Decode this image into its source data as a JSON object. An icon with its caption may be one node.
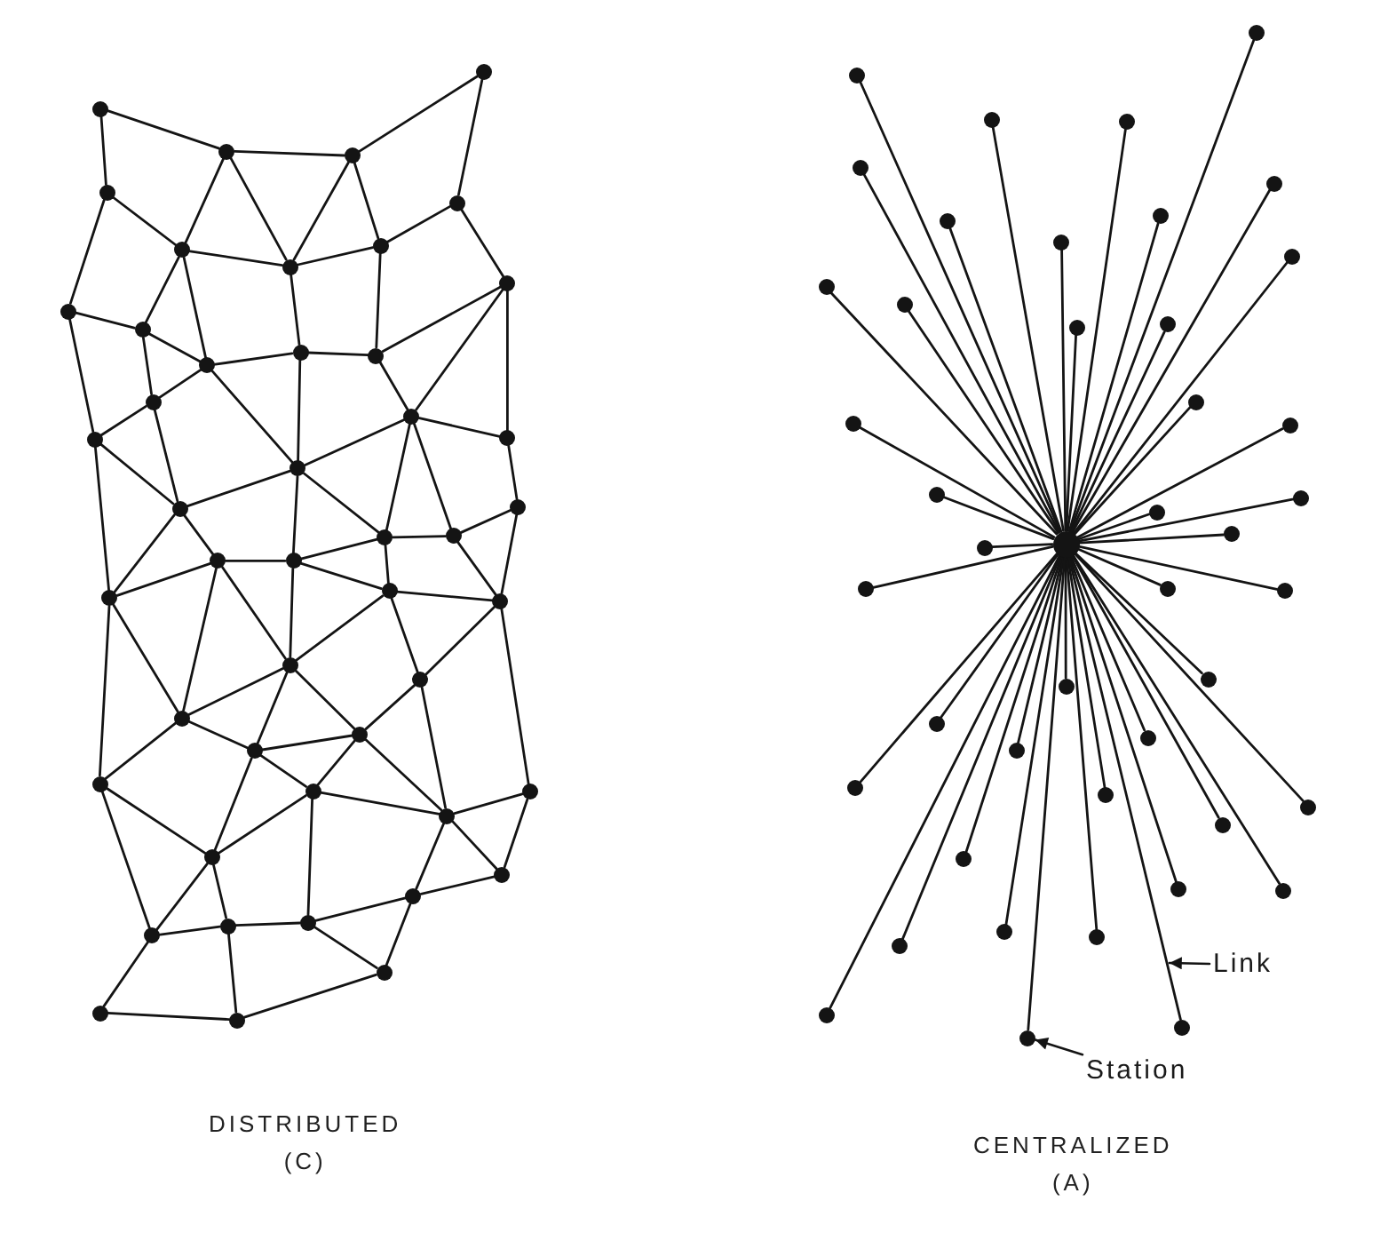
{
  "diagram": {
    "nodes": [
      {
        "text": [],
        "shape": "circle"
      },
      {
        "text": [],
        "shape": "circle"
      },
      {
        "text": [],
        "shape": "circle"
      },
      {
        "text": [],
        "shape": "circle"
      },
      {
        "text": [],
        "shape": "circle"
      },
      {
        "text": [],
        "shape": "circle"
      },
      {
        "text": [],
        "shape": "circle"
      },
      {
        "text": [],
        "shape": "circle"
      },
      {
        "text": [],
        "shape": "circle"
      },
      {
        "text": [],
        "shape": "circle"
      },
      {
        "text": [],
        "shape": "circle"
      },
      {
        "text": [],
        "shape": "circle"
      },
      {
        "text": [],
        "shape": "circle"
      },
      {
        "text": [],
        "shape": "circle"
      },
      {
        "text": [],
        "shape": "circle"
      },
      {
        "text": [],
        "shape": "circle"
      },
      {
        "text": [],
        "shape": "circle"
      },
      {
        "text": [],
        "shape": "circle"
      },
      {
        "text": [],
        "shape": "circle"
      },
      {
        "text": [],
        "shape": "circle"
      },
      {
        "text": [],
        "shape": "circle"
      },
      {
        "text": [],
        "shape": "circle"
      },
      {
        "text": [],
        "shape": "circle"
      },
      {
        "text": [],
        "shape": "circle"
      },
      {
        "text": [],
        "shape": "circle"
      },
      {
        "text": [],
        "shape": "circle"
      },
      {
        "text": [],
        "shape": "circle"
      },
      {
        "text": [],
        "shape": "circle"
      },
      {
        "text": [],
        "shape": "circle"
      },
      {
        "text": [],
        "shape": "circle"
      },
      {
        "text": [],
        "shape": "circle"
      },
      {
        "text": [],
        "shape": "circle"
      },
      {
        "text": [],
        "shape": "circle"
      },
      {
        "text": [],
        "shape": "circle"
      },
      {
        "text": [],
        "shape": "circle"
      },
      {
        "text": [],
        "shape": "circle"
      },
      {
        "text": [],
        "shape": "circle"
      },
      {
        "text": [],
        "shape": "circle"
      },
      {
        "text": [],
        "shape": "circle"
      },
      {
        "text": [],
        "shape": "circle"
      },
      {
        "text": [],
        "shape": "circle"
      },
      {
        "text": [],
        "shape": "circle"
      },
      {
        "text": [],
        "shape": "circle"
      },
      {
        "text": [],
        "shape": "circle"
      },
      {
        "text": [],
        "shape": "circle"
      },
      {
        "text": [],
        "shape": "circle"
      },
      {
        "text": [],
        "shape": "circle"
      },
      {
        "text": [],
        "shape": "circle"
      },
      {
        "text": [],
        "shape": "circle"
      },
      {
        "text": [],
        "shape": "circle"
      },
      {
        "text": [],
        "shape": "circle"
      },
      {
        "text": [],
        "shape": "circle"
      },
      {
        "text": [],
        "shape": "circle"
      },
      {
        "text": [],
        "shape": "circle"
      },
      {
        "text": [],
        "shape": "circle"
      },
      {
        "text": [],
        "shape": "circle"
      },
      {
        "text": [],
        "shape": "circle"
      },
      {
        "text": [],
        "shape": "circle"
      },
      {
        "text": [],
        "shape": "circle"
      },
      {
        "text": [],
        "shape": "circle"
      },
      {
        "text": [],
        "shape": "circle"
      },
      {
        "text": [],
        "shape": "circle"
      },
      {
        "text": [],
        "shape": "circle"
      },
      {
        "text": [],
        "shape": "circle"
      },
      {
        "text": [],
        "shape": "circle"
      },
      {
        "text": [],
        "shape": "circle"
      },
      {
        "text": [],
        "shape": "circle"
      },
      {
        "text": [],
        "shape": "circle"
      },
      {
        "text": [],
        "shape": "circle"
      },
      {
        "text": [],
        "shape": "circle"
      },
      {
        "text": [],
        "shape": "circle"
      },
      {
        "text": [],
        "shape": "circle"
      },
      {
        "text": [],
        "shape": "circle"
      },
      {
        "text": [],
        "shape": "circle"
      },
      {
        "text": [],
        "shape": "circle"
      },
      {
        "text": [],
        "shape": "circle"
      },
      {
        "text": [],
        "shape": "circle"
      },
      {
        "text": [],
        "shape": "circle"
      },
      {
        "text": [],
        "shape": "circle"
      },
      {
        "text": [],
        "shape": "circle"
      },
      {
        "text": [],
        "shape": "circle"
      },
      {
        "text": [],
        "shape": "circle"
      },
      {
        "text": [],
        "shape": "circle"
      },
      {
        "text": [],
        "shape": "circle"
      },
      {
        "text": [],
        "shape": "circle"
      },
      {
        "text": [],
        "shape": "circle"
      },
      {
        "text": [],
        "shape": "circle"
      },
      {
        "text": [],
        "shape": "circle"
      },
      {
        "text": [],
        "shape": "circle"
      },
      {
        "text": [],
        "shape": "circle"
      },
      {
        "text": [],
        "shape": "circle"
      },
      {
        "text": [
          "Link"
        ]
      },
      {
        "text": [
          "Station"
        ]
      }
    ],
    "edges": [
      {
        "from": 0,
        "to": 1,
        "arrow": "none"
      },
      {
        "from": 0,
        "to": 4,
        "arrow": "none"
      },
      {
        "from": 1,
        "to": 2,
        "arrow": "none"
      },
      {
        "from": 2,
        "to": 3,
        "arrow": "none"
      },
      {
        "from": 3,
        "to": 5,
        "arrow": "none"
      },
      {
        "from": 1,
        "to": 6,
        "arrow": "none"
      },
      {
        "from": 1,
        "to": 7,
        "arrow": "none"
      },
      {
        "from": 2,
        "to": 7,
        "arrow": "none"
      },
      {
        "from": 2,
        "to": 8,
        "arrow": "none"
      },
      {
        "from": 4,
        "to": 6,
        "arrow": "none"
      },
      {
        "from": 4,
        "to": 10,
        "arrow": "none"
      },
      {
        "from": 5,
        "to": 8,
        "arrow": "none"
      },
      {
        "from": 5,
        "to": 9,
        "arrow": "none"
      },
      {
        "from": 6,
        "to": 7,
        "arrow": "none"
      },
      {
        "from": 7,
        "to": 8,
        "arrow": "none"
      },
      {
        "from": 6,
        "to": 11,
        "arrow": "none"
      },
      {
        "from": 6,
        "to": 12,
        "arrow": "none"
      },
      {
        "from": 7,
        "to": 13,
        "arrow": "none"
      },
      {
        "from": 8,
        "to": 14,
        "arrow": "none"
      },
      {
        "from": 9,
        "to": 14,
        "arrow": "none"
      },
      {
        "from": 9,
        "to": 16,
        "arrow": "none"
      },
      {
        "from": 9,
        "to": 18,
        "arrow": "none"
      },
      {
        "from": 10,
        "to": 11,
        "arrow": "none"
      },
      {
        "from": 10,
        "to": 17,
        "arrow": "none"
      },
      {
        "from": 11,
        "to": 12,
        "arrow": "none"
      },
      {
        "from": 11,
        "to": 15,
        "arrow": "none"
      },
      {
        "from": 12,
        "to": 13,
        "arrow": "none"
      },
      {
        "from": 13,
        "to": 14,
        "arrow": "none"
      },
      {
        "from": 12,
        "to": 19,
        "arrow": "none"
      },
      {
        "from": 13,
        "to": 19,
        "arrow": "none"
      },
      {
        "from": 14,
        "to": 16,
        "arrow": "none"
      },
      {
        "from": 15,
        "to": 17,
        "arrow": "none"
      },
      {
        "from": 12,
        "to": 15,
        "arrow": "none"
      },
      {
        "from": 15,
        "to": 20,
        "arrow": "none"
      },
      {
        "from": 17,
        "to": 20,
        "arrow": "none"
      },
      {
        "from": 16,
        "to": 19,
        "arrow": "none"
      },
      {
        "from": 16,
        "to": 18,
        "arrow": "none"
      },
      {
        "from": 16,
        "to": 22,
        "arrow": "none"
      },
      {
        "from": 16,
        "to": 23,
        "arrow": "none"
      },
      {
        "from": 18,
        "to": 21,
        "arrow": "none"
      },
      {
        "from": 19,
        "to": 20,
        "arrow": "none"
      },
      {
        "from": 19,
        "to": 22,
        "arrow": "none"
      },
      {
        "from": 22,
        "to": 23,
        "arrow": "none"
      },
      {
        "from": 23,
        "to": 21,
        "arrow": "none"
      },
      {
        "from": 20,
        "to": 24,
        "arrow": "none"
      },
      {
        "from": 20,
        "to": 26,
        "arrow": "none"
      },
      {
        "from": 17,
        "to": 26,
        "arrow": "none"
      },
      {
        "from": 24,
        "to": 25,
        "arrow": "none"
      },
      {
        "from": 24,
        "to": 26,
        "arrow": "none"
      },
      {
        "from": 24,
        "to": 29,
        "arrow": "none"
      },
      {
        "from": 24,
        "to": 31,
        "arrow": "none"
      },
      {
        "from": 19,
        "to": 25,
        "arrow": "none"
      },
      {
        "from": 25,
        "to": 29,
        "arrow": "none"
      },
      {
        "from": 25,
        "to": 27,
        "arrow": "none"
      },
      {
        "from": 25,
        "to": 22,
        "arrow": "none"
      },
      {
        "from": 22,
        "to": 27,
        "arrow": "none"
      },
      {
        "from": 23,
        "to": 28,
        "arrow": "none"
      },
      {
        "from": 21,
        "to": 28,
        "arrow": "none"
      },
      {
        "from": 27,
        "to": 28,
        "arrow": "none"
      },
      {
        "from": 27,
        "to": 29,
        "arrow": "none"
      },
      {
        "from": 27,
        "to": 30,
        "arrow": "none"
      },
      {
        "from": 28,
        "to": 30,
        "arrow": "none"
      },
      {
        "from": 28,
        "to": 36,
        "arrow": "none"
      },
      {
        "from": 26,
        "to": 31,
        "arrow": "none"
      },
      {
        "from": 26,
        "to": 34,
        "arrow": "none"
      },
      {
        "from": 29,
        "to": 31,
        "arrow": "none"
      },
      {
        "from": 29,
        "to": 33,
        "arrow": "none"
      },
      {
        "from": 29,
        "to": 32,
        "arrow": "none"
      },
      {
        "from": 30,
        "to": 32,
        "arrow": "none"
      },
      {
        "from": 30,
        "to": 37,
        "arrow": "none"
      },
      {
        "from": 31,
        "to": 33,
        "arrow": "none"
      },
      {
        "from": 31,
        "to": 34,
        "arrow": "none"
      },
      {
        "from": 32,
        "to": 33,
        "arrow": "none"
      },
      {
        "from": 32,
        "to": 35,
        "arrow": "none"
      },
      {
        "from": 32,
        "to": 37,
        "arrow": "none"
      },
      {
        "from": 33,
        "to": 35,
        "arrow": "none"
      },
      {
        "from": 33,
        "to": 38,
        "arrow": "none"
      },
      {
        "from": 34,
        "to": 38,
        "arrow": "none"
      },
      {
        "from": 34,
        "to": 41,
        "arrow": "none"
      },
      {
        "from": 35,
        "to": 37,
        "arrow": "none"
      },
      {
        "from": 35,
        "to": 38,
        "arrow": "none"
      },
      {
        "from": 35,
        "to": 43,
        "arrow": "none"
      },
      {
        "from": 36,
        "to": 37,
        "arrow": "none"
      },
      {
        "from": 36,
        "to": 39,
        "arrow": "none"
      },
      {
        "from": 37,
        "to": 39,
        "arrow": "none"
      },
      {
        "from": 37,
        "to": 40,
        "arrow": "none"
      },
      {
        "from": 38,
        "to": 41,
        "arrow": "none"
      },
      {
        "from": 38,
        "to": 42,
        "arrow": "none"
      },
      {
        "from": 39,
        "to": 40,
        "arrow": "none"
      },
      {
        "from": 40,
        "to": 43,
        "arrow": "none"
      },
      {
        "from": 40,
        "to": 44,
        "arrow": "none"
      },
      {
        "from": 41,
        "to": 42,
        "arrow": "none"
      },
      {
        "from": 42,
        "to": 43,
        "arrow": "none"
      },
      {
        "from": 43,
        "to": 44,
        "arrow": "none"
      },
      {
        "from": 41,
        "to": 45,
        "arrow": "none"
      },
      {
        "from": 42,
        "to": 46,
        "arrow": "none"
      },
      {
        "from": 45,
        "to": 46,
        "arrow": "none"
      },
      {
        "from": 46,
        "to": 44,
        "arrow": "none"
      },
      {
        "from": 47,
        "to": 48,
        "arrow": "none"
      },
      {
        "from": 47,
        "to": 49,
        "arrow": "none"
      },
      {
        "from": 47,
        "to": 50,
        "arrow": "none"
      },
      {
        "from": 47,
        "to": 51,
        "arrow": "none"
      },
      {
        "from": 47,
        "to": 52,
        "arrow": "none"
      },
      {
        "from": 47,
        "to": 53,
        "arrow": "none"
      },
      {
        "from": 47,
        "to": 54,
        "arrow": "none"
      },
      {
        "from": 47,
        "to": 55,
        "arrow": "none"
      },
      {
        "from": 47,
        "to": 56,
        "arrow": "none"
      },
      {
        "from": 47,
        "to": 57,
        "arrow": "none"
      },
      {
        "from": 47,
        "to": 58,
        "arrow": "none"
      },
      {
        "from": 47,
        "to": 59,
        "arrow": "none"
      },
      {
        "from": 47,
        "to": 60,
        "arrow": "none"
      },
      {
        "from": 47,
        "to": 61,
        "arrow": "none"
      },
      {
        "from": 47,
        "to": 62,
        "arrow": "none"
      },
      {
        "from": 47,
        "to": 63,
        "arrow": "none"
      },
      {
        "from": 47,
        "to": 64,
        "arrow": "none"
      },
      {
        "from": 47,
        "to": 65,
        "arrow": "none"
      },
      {
        "from": 47,
        "to": 66,
        "arrow": "none"
      },
      {
        "from": 47,
        "to": 67,
        "arrow": "none"
      },
      {
        "from": 47,
        "to": 68,
        "arrow": "none"
      },
      {
        "from": 47,
        "to": 69,
        "arrow": "none"
      },
      {
        "from": 47,
        "to": 70,
        "arrow": "none"
      },
      {
        "from": 47,
        "to": 71,
        "arrow": "none"
      },
      {
        "from": 47,
        "to": 72,
        "arrow": "none"
      },
      {
        "from": 47,
        "to": 73,
        "arrow": "none"
      },
      {
        "from": 47,
        "to": 74,
        "arrow": "none"
      },
      {
        "from": 47,
        "to": 75,
        "arrow": "none"
      },
      {
        "from": 47,
        "to": 76,
        "arrow": "none"
      },
      {
        "from": 47,
        "to": 77,
        "arrow": "none"
      },
      {
        "from": 47,
        "to": 78,
        "arrow": "none"
      },
      {
        "from": 47,
        "to": 79,
        "arrow": "none"
      },
      {
        "from": 47,
        "to": 80,
        "arrow": "none"
      },
      {
        "from": 47,
        "to": 81,
        "arrow": "none"
      },
      {
        "from": 47,
        "to": 82,
        "arrow": "none"
      },
      {
        "from": 47,
        "to": 83,
        "arrow": "none"
      },
      {
        "from": 47,
        "to": 84,
        "arrow": "none"
      },
      {
        "from": 47,
        "to": 85,
        "arrow": "none"
      },
      {
        "from": 47,
        "to": 86,
        "arrow": "none"
      },
      {
        "from": 47,
        "to": 87,
        "arrow": "none"
      },
      {
        "from": 47,
        "to": 88,
        "arrow": "none"
      },
      {
        "from": 47,
        "to": 89,
        "arrow": "none"
      },
      {
        "from": 47,
        "to": 90,
        "arrow": "none"
      },
      {
        "from": 91,
        "to": null,
        "arrow": "to"
      },
      {
        "from": 92,
        "to": 90,
        "arrow": "to"
      }
    ],
    "labels": [
      "DISTRIBUTED (C)",
      "CENTRALIZED (A)"
    ]
  }
}
